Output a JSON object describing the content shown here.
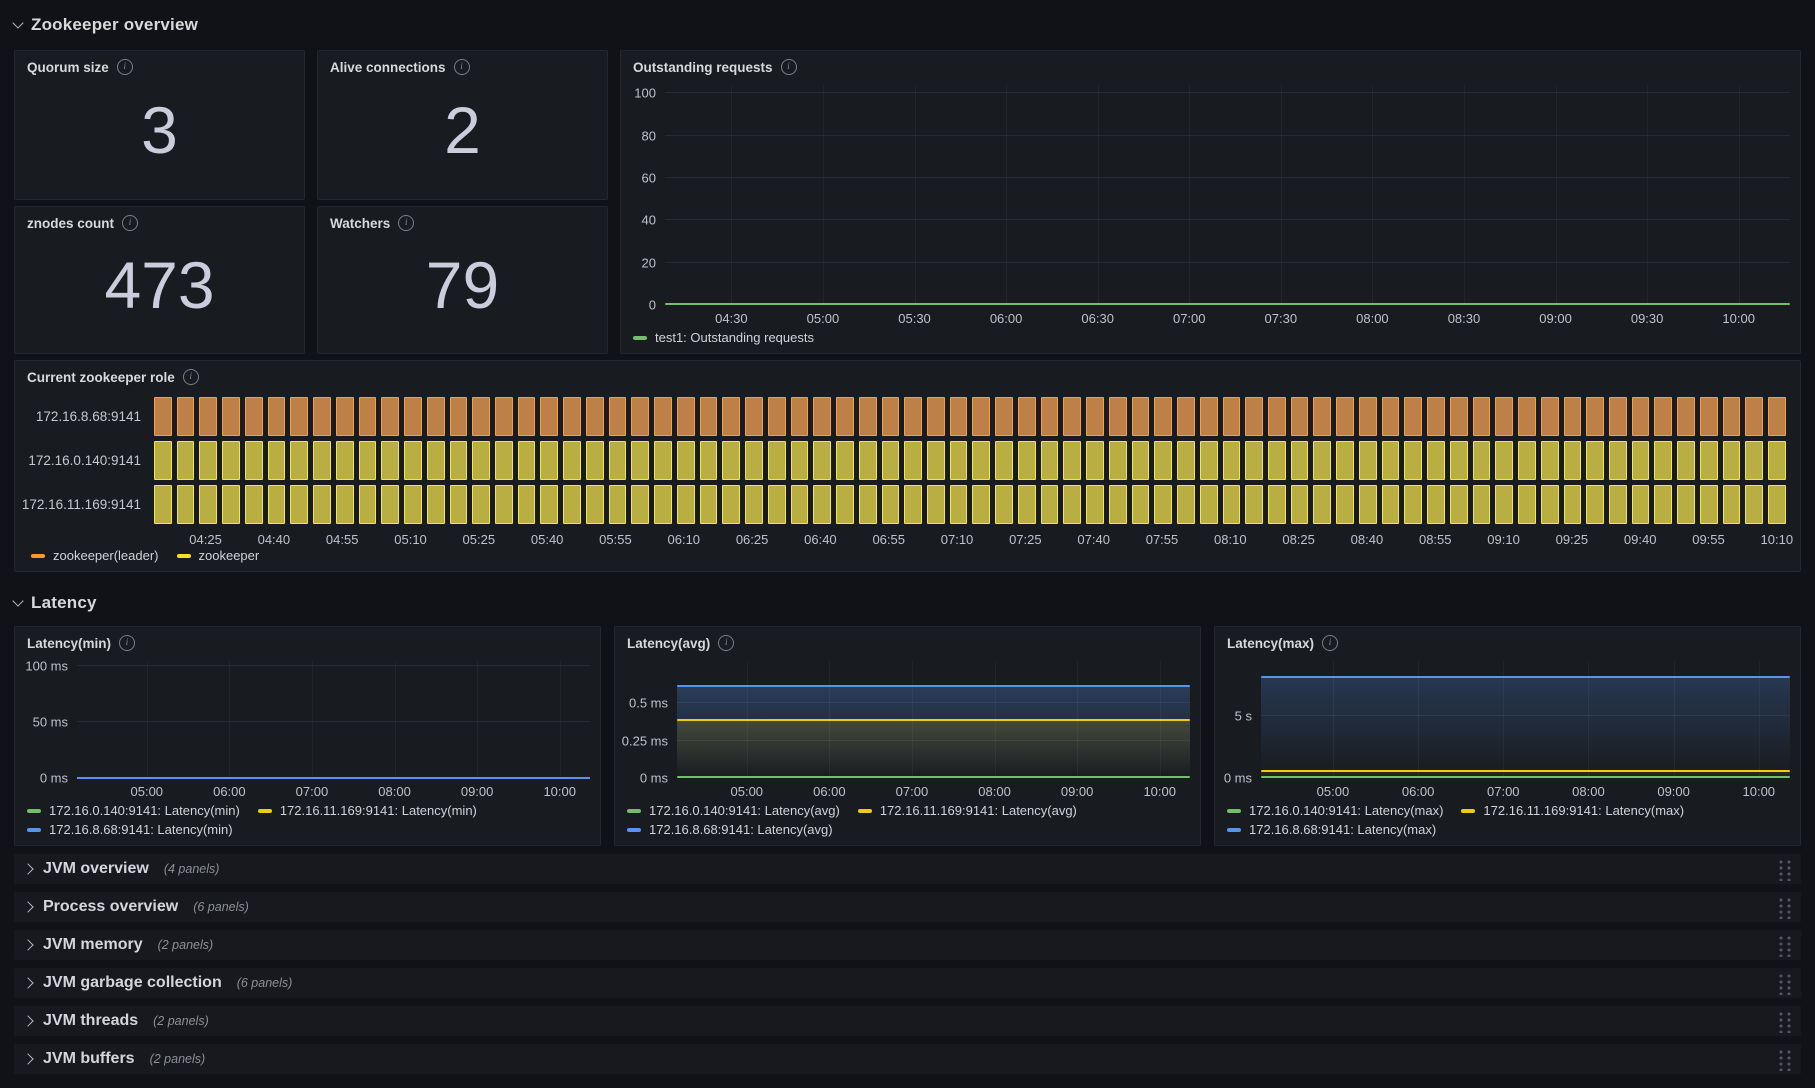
{
  "colors": {
    "page_bg": "#111217",
    "panel_bg": "#181b1f",
    "green": "#73BF69",
    "yellow": "#F2CC0C",
    "blue": "#5794F2",
    "timeline_orange": "#FF9830",
    "timeline_yellow": "#FADE2A"
  },
  "icons": {
    "info": "i"
  },
  "sections": {
    "overview": {
      "title": "Zookeeper overview"
    },
    "latency": {
      "title": "Latency"
    }
  },
  "stats": [
    {
      "title": "Quorum size",
      "value": "3"
    },
    {
      "title": "Alive connections",
      "value": "2"
    },
    {
      "title": "znodes count",
      "value": "473"
    },
    {
      "title": "Watchers",
      "value": "79"
    }
  ],
  "timeline": {
    "title": "Current zookeeper role",
    "bar_count": 72,
    "rows": [
      {
        "label": "172.16.8.68:9141",
        "state": "zookeeper(leader)",
        "color": "orange"
      },
      {
        "label": "172.16.0.140:9141",
        "state": "zookeeper",
        "color": "yellow"
      },
      {
        "label": "172.16.11.169:9141",
        "state": "zookeeper",
        "color": "yellow"
      }
    ],
    "palette": {
      "orange": {
        "fill": "#bd8046",
        "border": "#fa9d3e"
      },
      "yellow": {
        "fill": "#b9ae42",
        "border": "#f3e54d"
      }
    },
    "x_ticks": [
      "04:25",
      "04:40",
      "04:55",
      "05:10",
      "05:25",
      "05:40",
      "05:55",
      "06:10",
      "06:25",
      "06:40",
      "06:55",
      "07:10",
      "07:25",
      "07:40",
      "07:55",
      "08:10",
      "08:25",
      "08:40",
      "08:55",
      "09:10",
      "09:25",
      "09:40",
      "09:55",
      "10:10"
    ],
    "x_first_pct": 3.16,
    "x_step_pct": 4.186,
    "legend": [
      {
        "label": "zookeeper(leader)",
        "color": "#FF9830"
      },
      {
        "label": "zookeeper",
        "color": "#FADE2A"
      }
    ]
  },
  "chart_data": [
    {
      "id": "outstanding",
      "type": "line",
      "title": "Outstanding requests",
      "ylabel_width": 36,
      "y_max": 104,
      "y_ticks": [
        {
          "v": 0,
          "label": "0"
        },
        {
          "v": 20,
          "label": "20"
        },
        {
          "v": 40,
          "label": "40"
        },
        {
          "v": 60,
          "label": "60"
        },
        {
          "v": 80,
          "label": "80"
        },
        {
          "v": 100,
          "label": "100"
        }
      ],
      "x_ticks": [
        "04:30",
        "05:00",
        "05:30",
        "06:00",
        "06:30",
        "07:00",
        "07:30",
        "08:00",
        "08:30",
        "09:00",
        "09:30",
        "10:00"
      ],
      "x_first_pct": 5.9,
      "x_step_pct": 8.14,
      "series": [
        {
          "name": "test1: Outstanding requests",
          "value": 0.5,
          "unit": "requests",
          "color": "#73BF69",
          "fill": null
        }
      ],
      "legend": [
        {
          "label": "test1: Outstanding requests",
          "color": "#73BF69"
        }
      ]
    },
    {
      "id": "latency_min",
      "type": "line",
      "title": "Latency(min)",
      "ylabel_width": 54,
      "y_max": 104,
      "y_ticks": [
        {
          "v": 0,
          "label": "0 ms"
        },
        {
          "v": 50,
          "label": "50 ms"
        },
        {
          "v": 100,
          "label": "100 ms"
        }
      ],
      "x_ticks": [
        "05:00",
        "06:00",
        "07:00",
        "08:00",
        "09:00",
        "10:00"
      ],
      "x_first_pct": 13.6,
      "x_step_pct": 16.1,
      "series": [
        {
          "name": "172.16.0.140:9141: Latency(min)",
          "value": 0,
          "unit": "ms",
          "color": "#73BF69",
          "fill": null
        },
        {
          "name": "172.16.11.169:9141: Latency(min)",
          "value": 0,
          "unit": "ms",
          "color": "#F2CC0C",
          "fill": null
        },
        {
          "name": "172.16.8.68:9141: Latency(min)",
          "value": 0,
          "unit": "ms",
          "color": "#5794F2",
          "fill": null
        }
      ],
      "legend": [
        {
          "label": "172.16.0.140:9141: Latency(min)",
          "color": "#73BF69"
        },
        {
          "label": "172.16.11.169:9141: Latency(min)",
          "color": "#F2CC0C"
        },
        {
          "label": "172.16.8.68:9141: Latency(min)",
          "color": "#5794F2"
        }
      ]
    },
    {
      "id": "latency_avg",
      "type": "line",
      "title": "Latency(avg)",
      "ylabel_width": 54,
      "y_max": 0.78,
      "y_ticks": [
        {
          "v": 0,
          "label": "0 ms"
        },
        {
          "v": 0.25,
          "label": "0.25 ms"
        },
        {
          "v": 0.5,
          "label": "0.5 ms"
        }
      ],
      "x_ticks": [
        "05:00",
        "06:00",
        "07:00",
        "08:00",
        "09:00",
        "10:00"
      ],
      "x_first_pct": 13.6,
      "x_step_pct": 16.1,
      "series": [
        {
          "name": "172.16.8.68:9141: Latency(avg)",
          "value": 0.615,
          "unit": "ms",
          "color": "#5794F2",
          "fill": "rgba(87,148,242,0.28)"
        },
        {
          "name": "172.16.11.169:9141: Latency(avg)",
          "value": 0.385,
          "unit": "ms",
          "color": "#F2CC0C",
          "fill": "rgba(242,204,12,0.16)"
        },
        {
          "name": "172.16.0.140:9141: Latency(avg)",
          "value": 0.004,
          "unit": "ms",
          "color": "#73BF69",
          "fill": null
        }
      ],
      "legend": [
        {
          "label": "172.16.0.140:9141: Latency(avg)",
          "color": "#73BF69"
        },
        {
          "label": "172.16.11.169:9141: Latency(avg)",
          "color": "#F2CC0C"
        },
        {
          "label": "172.16.8.68:9141: Latency(avg)",
          "color": "#5794F2"
        }
      ]
    },
    {
      "id": "latency_max",
      "type": "line",
      "title": "Latency(max)",
      "ylabel_width": 38,
      "y_max": 9.4,
      "y_ticks": [
        {
          "v": 0,
          "label": "0 ms"
        },
        {
          "v": 5,
          "label": "5 s"
        }
      ],
      "x_ticks": [
        "05:00",
        "06:00",
        "07:00",
        "08:00",
        "09:00",
        "10:00"
      ],
      "x_first_pct": 13.6,
      "x_step_pct": 16.1,
      "series": [
        {
          "name": "172.16.8.68:9141: Latency(max)",
          "value": 8.1,
          "unit": "s",
          "color": "#5794F2",
          "fill": "rgba(87,148,242,0.24)"
        },
        {
          "name": "172.16.11.169:9141: Latency(max)",
          "value": 0.55,
          "unit": "s",
          "color": "#F2CC0C",
          "fill": "rgba(242,204,12,0.10)"
        },
        {
          "name": "172.16.0.140:9141: Latency(max)",
          "value": 0.08,
          "unit": "s",
          "color": "#73BF69",
          "fill": null
        }
      ],
      "legend": [
        {
          "label": "172.16.0.140:9141: Latency(max)",
          "color": "#73BF69"
        },
        {
          "label": "172.16.11.169:9141: Latency(max)",
          "color": "#F2CC0C"
        },
        {
          "label": "172.16.8.68:9141: Latency(max)",
          "color": "#5794F2"
        }
      ]
    }
  ],
  "collapsed_rows": [
    {
      "title": "JVM overview",
      "count": "(4 panels)"
    },
    {
      "title": "Process overview",
      "count": "(6 panels)"
    },
    {
      "title": "JVM memory",
      "count": "(2 panels)"
    },
    {
      "title": "JVM garbage collection",
      "count": "(6 panels)"
    },
    {
      "title": "JVM threads",
      "count": "(2 panels)"
    },
    {
      "title": "JVM buffers",
      "count": "(2 panels)"
    }
  ]
}
